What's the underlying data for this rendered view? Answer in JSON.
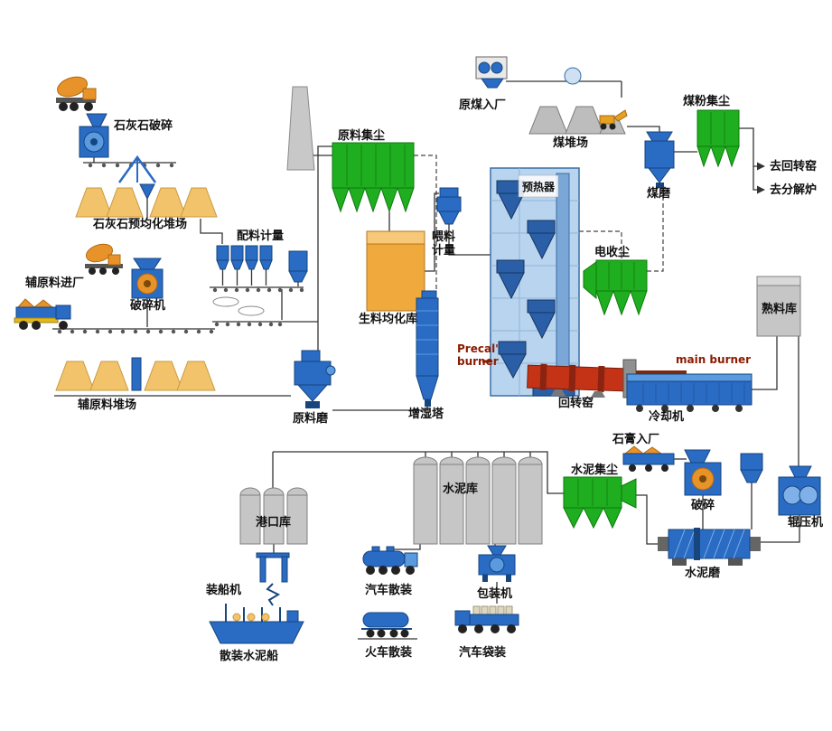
{
  "labels": {
    "limestone_crushing": "石灰石破碎",
    "limestone_yard": "石灰石预均化堆场",
    "batching": "配料计量",
    "raw_dust": "原料集尘",
    "coal_in": "原煤入厂",
    "coal_yard": "煤堆场",
    "coal_dust": "煤粉集尘",
    "coal_mill": "煤磨",
    "to_kiln": "去回转窑",
    "to_calciner": "去分解炉",
    "preheater": "预热器",
    "feed_meter_l1": "喂料",
    "feed_meter_l2": "计量",
    "raw_silo": "生料均化库",
    "ep": "电收尘",
    "clinker_silo": "熟料库",
    "aux_in": "辅原料进厂",
    "crusher_machine": "破碎机",
    "aux_yard": "辅原料堆场",
    "raw_mill": "原料磨",
    "humidifier": "增湿塔",
    "precal_l1": "Precal'",
    "precal_l2": "burner",
    "rotary_kiln": "回转窑",
    "main_burner": "main burner",
    "cooler": "冷却机",
    "gypsum_in": "石膏入厂",
    "cement_dust": "水泥集尘",
    "crushing": "破碎",
    "roller_press": "辊压机",
    "cement_mill": "水泥磨",
    "cement_silo": "水泥库",
    "port_silo": "港口库",
    "ship_loader": "装船机",
    "bulk_ship": "散装水泥船",
    "truck_bulk": "汽车散装",
    "train_bulk": "火车散装",
    "packer": "包装机",
    "truck_bag": "汽车袋装"
  },
  "colors": {
    "equipment_blue": "#2a6bc4",
    "dust_green": "#1fae1f",
    "material_tan": "#f2c36b",
    "machine_orange": "#e8922a",
    "kiln_red": "#c43315",
    "silo_gray": "#c6c6c6",
    "line": "#333333",
    "burner_text_red": "#8b1a00"
  }
}
